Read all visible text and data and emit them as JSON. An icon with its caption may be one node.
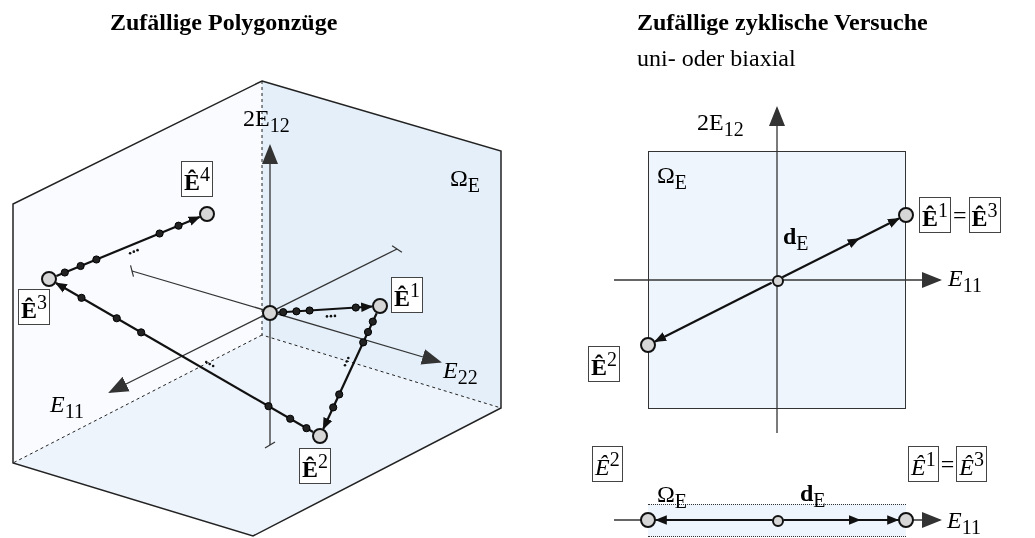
{
  "diagram": {
    "nodes": [
      {
        "text": [
          "Ω$_{E}$"
        ]
      },
      {
        "text": [],
        "shape": "circle",
        "in": 0
      },
      {
        "text": [],
        "shape": "circle",
        "in": 0,
        "beside": [
          "**Ê**$^{1}$"
        ]
      },
      {
        "text": [],
        "shape": "circle",
        "in": 0,
        "beside": [
          "**Ê**$^{2}$"
        ]
      },
      {
        "text": [],
        "shape": "circle",
        "in": 0,
        "beside": [
          "**Ê**$^{3}$"
        ]
      },
      {
        "text": [],
        "shape": "circle",
        "in": 0,
        "beside": [
          "**Ê**$^{4}$"
        ]
      },
      {
        "text": [
          "Ω$_{E}$"
        ]
      },
      {
        "text": [],
        "shape": "circle",
        "in": 6
      },
      {
        "text": [],
        "shape": "circle",
        "beside": [
          "**Ê**$^{1}$",
          "=",
          "**Ê**$^{3}$"
        ]
      },
      {
        "text": [],
        "shape": "circle",
        "beside": [
          "**Ê**$^{2}$"
        ]
      },
      {
        "text": [
          "Ω$_{E}$"
        ]
      },
      {
        "text": [],
        "shape": "circle",
        "in": 10
      },
      {
        "text": [],
        "shape": "circle",
        "beside": [
          "*Ê*$^{1}$",
          "=",
          "*Ê*$^{3}$"
        ]
      },
      {
        "text": [],
        "shape": "circle",
        "beside": [
          "*Ê*$^{2}$"
        ]
      }
    ],
    "edges": [
      {
        "from": 1,
        "to": 2,
        "arrow": "to"
      },
      {
        "from": 2,
        "to": 3,
        "arrow": "to"
      },
      {
        "from": 3,
        "to": 4,
        "arrow": "to"
      },
      {
        "from": 4,
        "to": 5,
        "arrow": "to"
      },
      {
        "from": 7,
        "to": 8,
        "arrow": "to",
        "label": "**d**$_{E}$"
      },
      {
        "from": 7,
        "to": 9,
        "arrow": "to"
      },
      {
        "from": 11,
        "to": 12,
        "arrow": "to",
        "label": "**d**$_{E}$"
      },
      {
        "from": 11,
        "to": 13,
        "arrow": "to"
      }
    ],
    "labels": [
      "Zufällige Polygonzüge",
      "Zufällige zyklische Versuche",
      "uni- oder biaxial",
      "2E$_{12}$",
      "*E*$_{22}$",
      "*E*$_{11}$",
      "2E$_{12}$",
      "*E*$_{11}$",
      "*E*$_{11}$"
    ]
  }
}
